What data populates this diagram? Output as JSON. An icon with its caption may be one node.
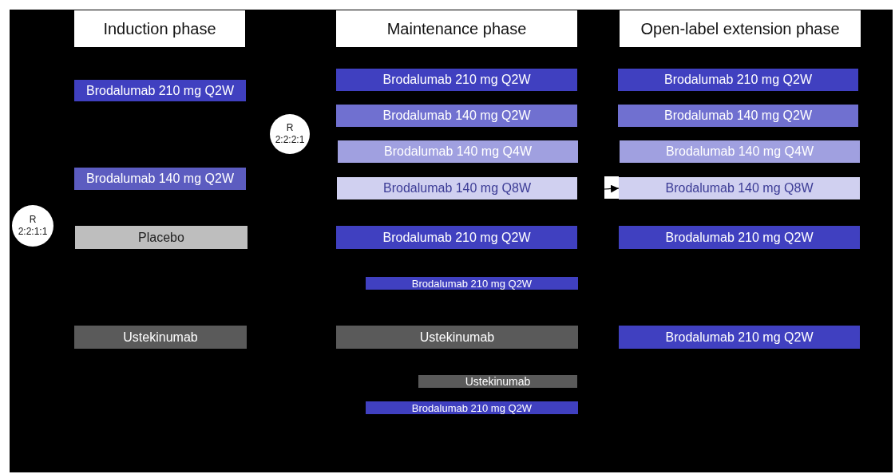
{
  "diagram": {
    "nodes": [
      {
        "text": [
          "Induction phase"
        ]
      },
      {
        "text": [
          "Maintenance phase"
        ]
      },
      {
        "text": [
          "Open-label extension phase"
        ]
      },
      {
        "text": [
          "Brodalumab 210 mg Q2W"
        ]
      },
      {
        "text": [
          "Brodalumab 210 mg Q2W"
        ]
      },
      {
        "text": [
          "Brodalumab 210 mg Q2W"
        ]
      },
      {
        "text": [
          "Brodalumab 140 mg Q2W"
        ]
      },
      {
        "text": [
          "Brodalumab 140 mg Q2W"
        ]
      },
      {
        "text": [
          "R 2:2:2:1"
        ]
      },
      {
        "text": [
          "Brodalumab 140 mg Q4W"
        ]
      },
      {
        "text": [
          "Brodalumab 140 mg Q4W"
        ]
      },
      {
        "text": [
          "Brodalumab 140 mg Q2W"
        ]
      },
      {
        "text": [
          "Brodalumab 140 mg Q8W"
        ]
      },
      {
        "text": [
          "Brodalumab 140 mg Q8W"
        ]
      },
      {
        "text": [
          "R 2:2:1:1"
        ]
      },
      {
        "text": [
          "Placebo"
        ]
      },
      {
        "text": [
          "Brodalumab 210 mg Q2W"
        ]
      },
      {
        "text": [
          "Brodalumab 210 mg Q2W"
        ]
      },
      {
        "text": [
          "Brodalumab 210 mg Q2W"
        ]
      },
      {
        "text": [
          "Ustekinumab"
        ]
      },
      {
        "text": [
          "Ustekinumab"
        ]
      },
      {
        "text": [
          "Brodalumab 210 mg Q2W"
        ]
      },
      {
        "text": [
          "Ustekinumab"
        ]
      },
      {
        "text": [
          "Brodalumab 210 mg Q2W"
        ]
      }
    ],
    "edges": [
      {
        "from": null,
        "to": 13,
        "arrow": "to"
      }
    ]
  }
}
